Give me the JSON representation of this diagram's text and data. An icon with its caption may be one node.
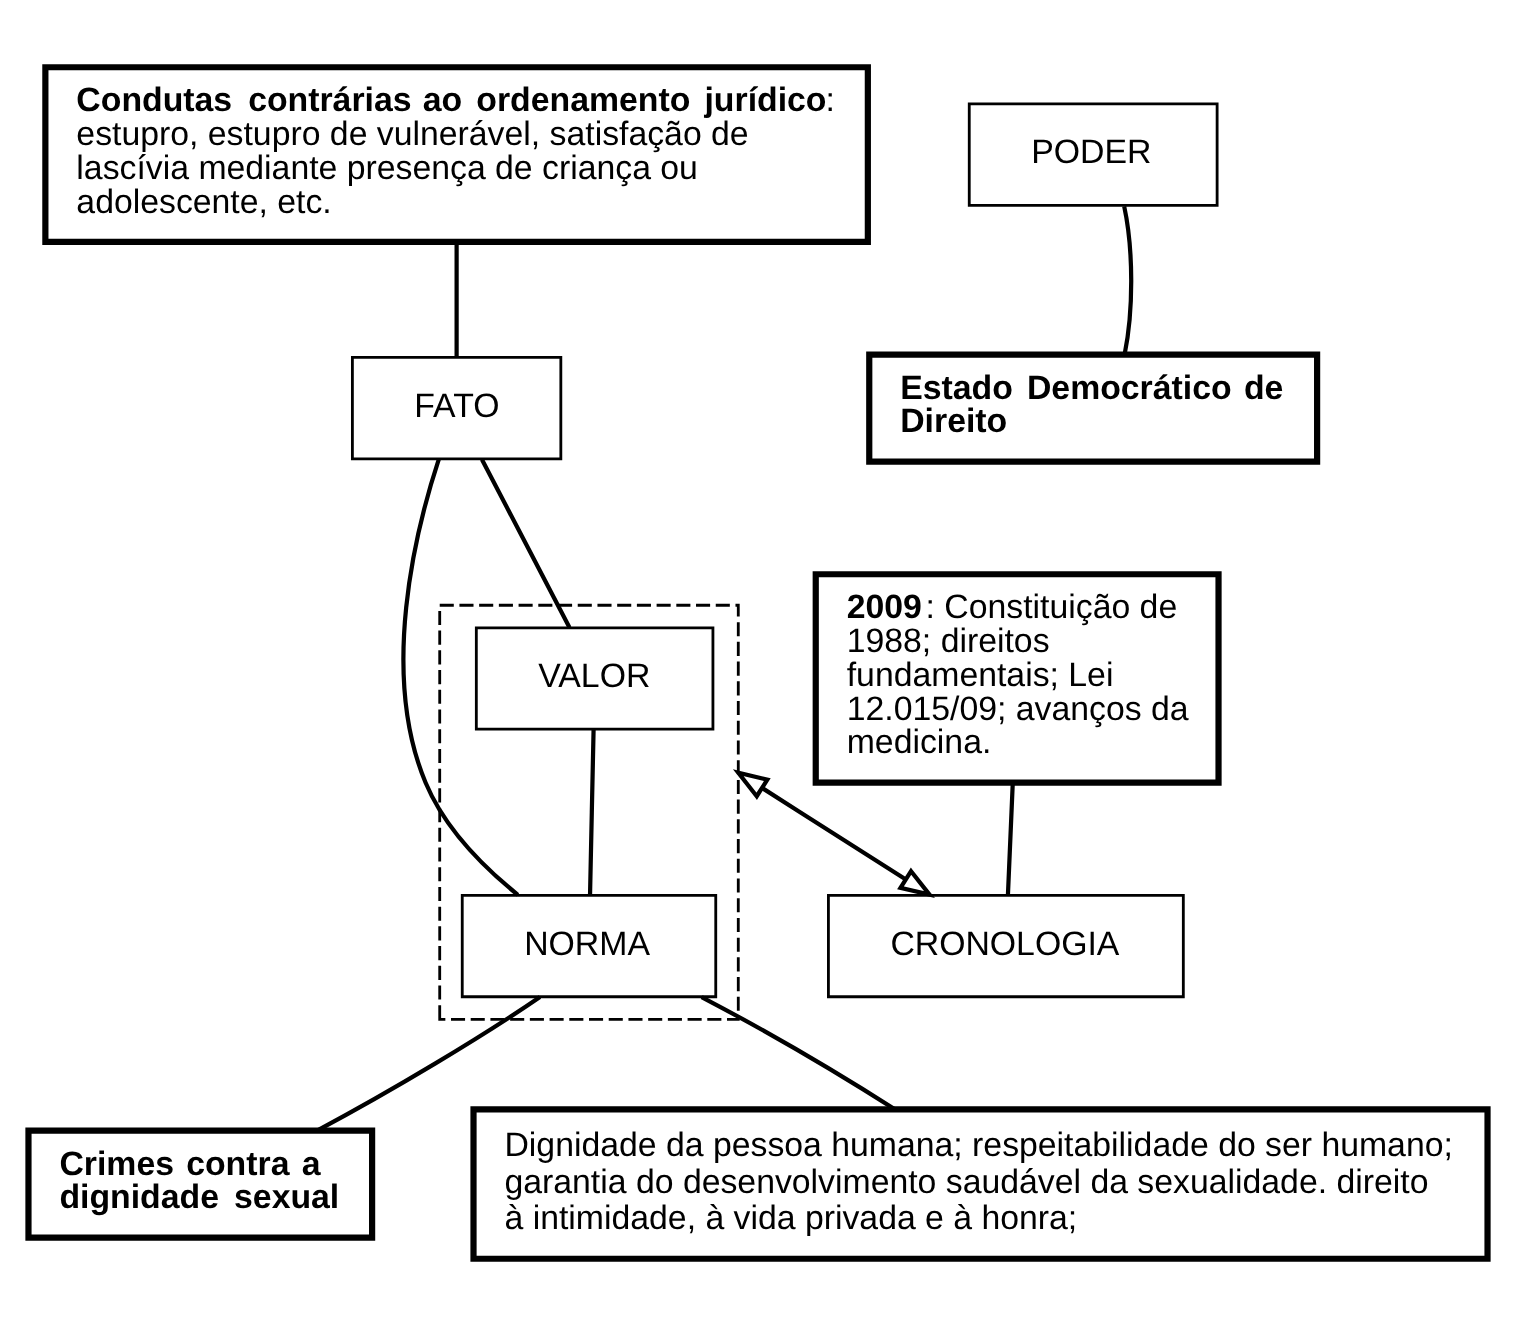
{
  "diagram": {
    "nodes": [
      {
        "text": [
          "**Condutas contrárias ao ordenamento jurídico**: estupro, estupro de vulnerável, satisfação de lascívia mediante presença de criança ou adolescente, etc."
        ]
      },
      {
        "text": [
          "**2009**: Constituição de 1988; direitos fundamentais; Lei 12.015/09; avanços da medicina."
        ]
      },
      {
        "text": [
          "FATO"
        ]
      },
      {
        "text": [],
        "shape": "box"
      },
      {
        "text": [
          "VALOR"
        ],
        "in": 3
      },
      {
        "text": [
          "NORMA"
        ],
        "in": 3
      },
      {
        "text": [
          "CRONOLOGIA"
        ]
      },
      {
        "text": [
          "PODER"
        ]
      },
      {
        "text": [
          "**Estado Democrático de Direito**"
        ]
      },
      {
        "text": [
          "**Crimes contra a dignidade sexual**"
        ]
      },
      {
        "text": [
          "Dignidade da pessoa humana; respeitabilidade do ser humano; garantia do desenvolvimento saudável da sexualidade. direito à intimidade, à vida privada e à honra;"
        ]
      }
    ],
    "edges": [
      {
        "from": 0,
        "to": 2,
        "arrow": "none"
      },
      {
        "from": 1,
        "to": 6,
        "arrow": "none"
      },
      {
        "from": 2,
        "to": 5,
        "arrow": "none"
      },
      {
        "from": 2,
        "to": 4,
        "arrow": "none"
      },
      {
        "from": 4,
        "to": 5,
        "arrow": "none"
      },
      {
        "from": 3,
        "to": 6,
        "arrow": "both"
      },
      {
        "from": 8,
        "to": 7,
        "arrow": "none"
      },
      {
        "from": 9,
        "to": 5,
        "arrow": "none"
      },
      {
        "from": 10,
        "to": 5,
        "arrow": "none"
      }
    ]
  }
}
